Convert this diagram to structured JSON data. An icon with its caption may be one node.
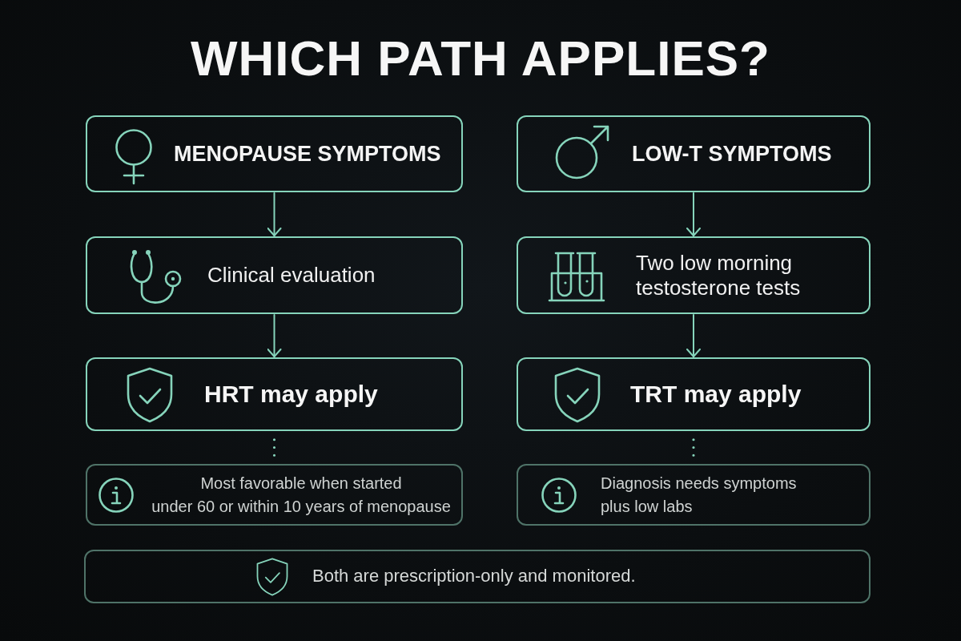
{
  "diagram": {
    "title": "WHICH PATH APPLIES?",
    "nodes": [
      {
        "text": [
          "MENOPAUSE SYMPTOMS"
        ]
      },
      {
        "text": [
          "LOW-T SYMPTOMS"
        ]
      },
      {
        "text": [
          "Clinical evaluation"
        ]
      },
      {
        "text": [
          "Two low morning testosterone tests"
        ]
      },
      {
        "text": [
          "HRT may apply"
        ]
      },
      {
        "text": [
          "TRT may apply"
        ]
      },
      {
        "text": [
          "Most favorable when started under 60 or within 10 years of menopause"
        ]
      },
      {
        "text": [
          "Diagnosis needs symptoms plus low labs"
        ]
      },
      {
        "text": [
          "Both are prescription-only and monitored."
        ]
      }
    ],
    "edges": [
      {
        "from": 0,
        "to": 2,
        "arrow": "to"
      },
      {
        "from": 2,
        "to": 4,
        "arrow": "to"
      },
      {
        "from": 4,
        "to": 6,
        "arrow": "none",
        "style": "dashed"
      },
      {
        "from": 1,
        "to": 3,
        "arrow": "to"
      },
      {
        "from": 3,
        "to": 5,
        "arrow": "to"
      },
      {
        "from": 5,
        "to": 7,
        "arrow": "none",
        "style": "dashed"
      }
    ]
  }
}
